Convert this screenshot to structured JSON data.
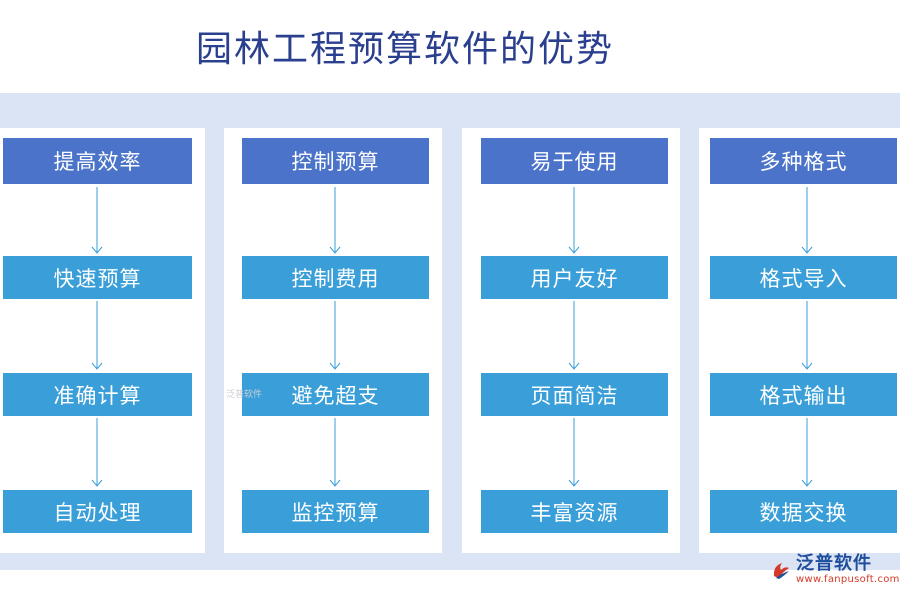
{
  "title": "园林工程预算软件的优势",
  "columns": [
    {
      "head": "提高效率",
      "items": [
        "快速预算",
        "准确计算",
        "自动处理"
      ]
    },
    {
      "head": "控制预算",
      "items": [
        "控制费用",
        "避免超支",
        "监控预算"
      ]
    },
    {
      "head": "易于使用",
      "items": [
        "用户友好",
        "页面简洁",
        "丰富资源"
      ]
    },
    {
      "head": "多种格式",
      "items": [
        "格式导入",
        "格式输出",
        "数据交换"
      ]
    }
  ],
  "watermark": "泛普软件",
  "logo": {
    "name": "泛普软件",
    "url": "www.fanpusoft.com"
  },
  "colors": {
    "title": "#2b3f8f",
    "band": "#dbe4f4",
    "head_box": "#4a73c9",
    "sub_box": "#3a9fd9",
    "arrow": "#3a9fd9"
  }
}
